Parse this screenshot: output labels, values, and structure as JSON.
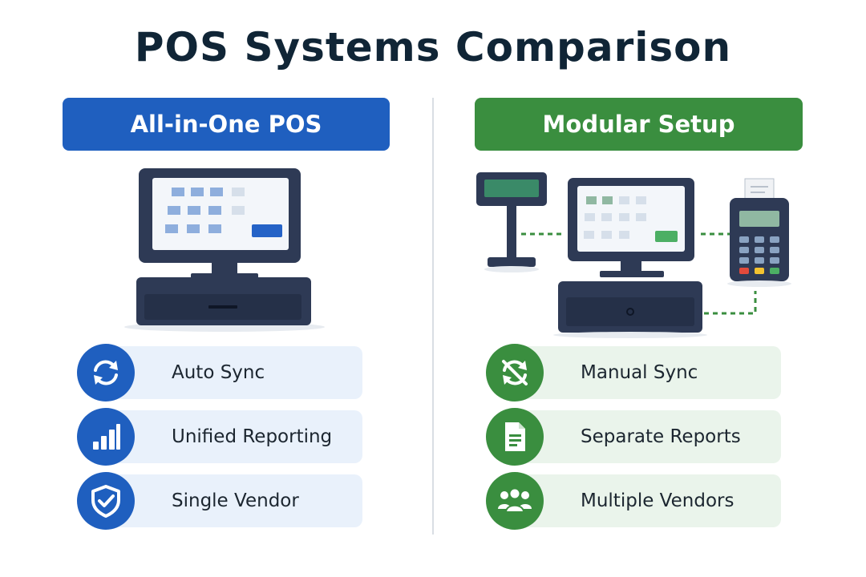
{
  "title": "POS Systems Comparison",
  "colors": {
    "blue": "#1f5fbf",
    "green": "#3a8e3f",
    "blue_tint": "#e9f1fb",
    "green_tint": "#eaf4eb",
    "device_dark": "#2e3a55",
    "text_dark": "#102536"
  },
  "left": {
    "header": "All-in-One POS",
    "illustration": "all-in-one-pos-terminal",
    "features": [
      {
        "label": "Auto Sync",
        "icon": "sync-icon"
      },
      {
        "label": "Unified Reporting",
        "icon": "bar-chart-icon"
      },
      {
        "label": "Single Vendor",
        "icon": "shield-check-icon"
      }
    ]
  },
  "right": {
    "header": "Modular Setup",
    "illustration": "modular-pos-setup",
    "features": [
      {
        "label": "Manual Sync",
        "icon": "sync-off-icon"
      },
      {
        "label": "Separate Reports",
        "icon": "document-icon"
      },
      {
        "label": "Multiple Vendors",
        "icon": "users-icon"
      }
    ]
  }
}
